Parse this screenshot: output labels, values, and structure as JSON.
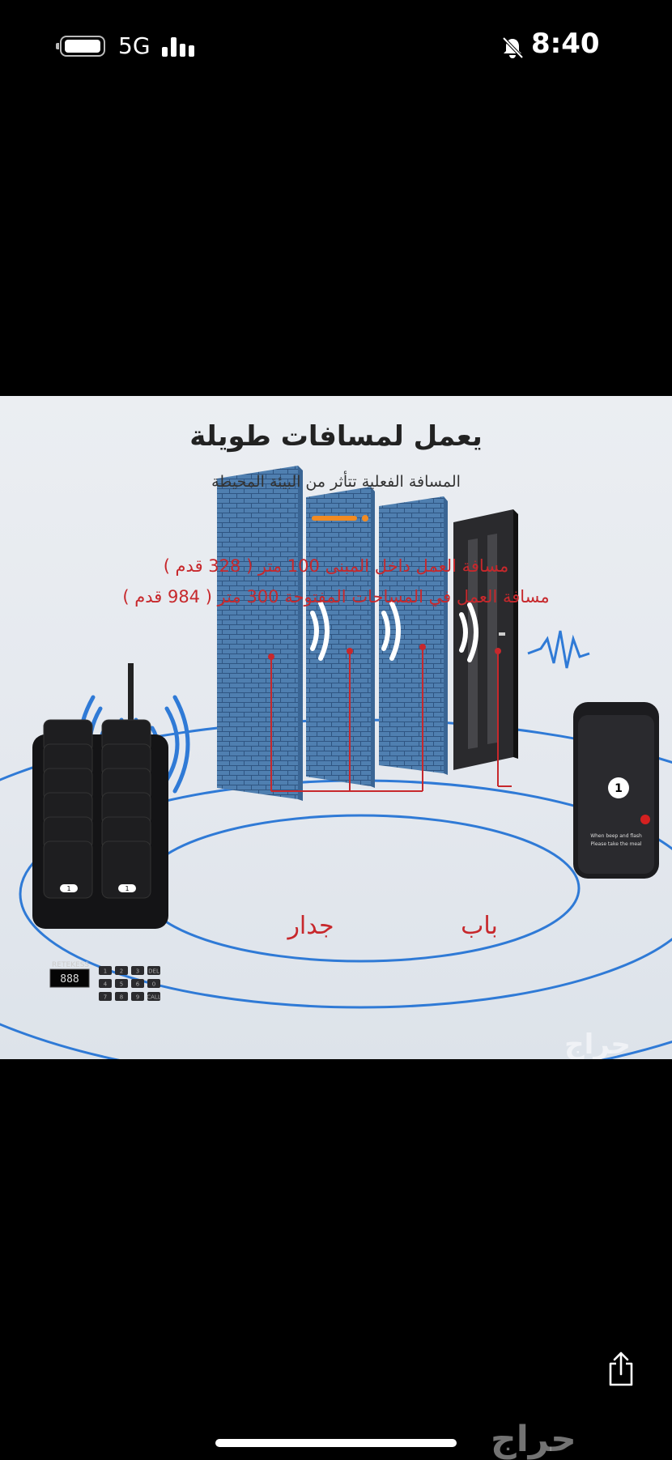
{
  "status_bar": {
    "network": "5G",
    "time": "8:40"
  },
  "image": {
    "title": "يعمل لمسافات طويلة",
    "subtitle": "المسافة الفعلية تتأثر من البيئة المحيطة",
    "range_indoor": "مسافة العمل داخل المبنى 100 متر ( 328 قدم )",
    "range_outdoor": "مسافة العمل في المساحات المفتوحة 300 متر ( 984 قدم )",
    "label_wall": "جدار",
    "label_door": "باب",
    "brand": "RETEKESS",
    "display": "888",
    "pager_number": "1",
    "receiver_number": "1",
    "receiver_text_1": "When beep and flash",
    "receiver_text_2": "Please take the meal",
    "keypad": [
      "1",
      "2",
      "3",
      "DEL",
      "4",
      "5",
      "6",
      "0",
      "7",
      "8",
      "9",
      "CALL"
    ]
  },
  "watermark": "حراج",
  "colors": {
    "accent_orange": "#f28b22",
    "text_red": "#c7282c",
    "wave_blue": "#2f7ad6",
    "brick_blue": "#4f7fb0"
  },
  "icons": {
    "battery": "battery-icon",
    "signal": "signal-icon",
    "mute": "bell-slash-icon",
    "share": "share-icon"
  }
}
